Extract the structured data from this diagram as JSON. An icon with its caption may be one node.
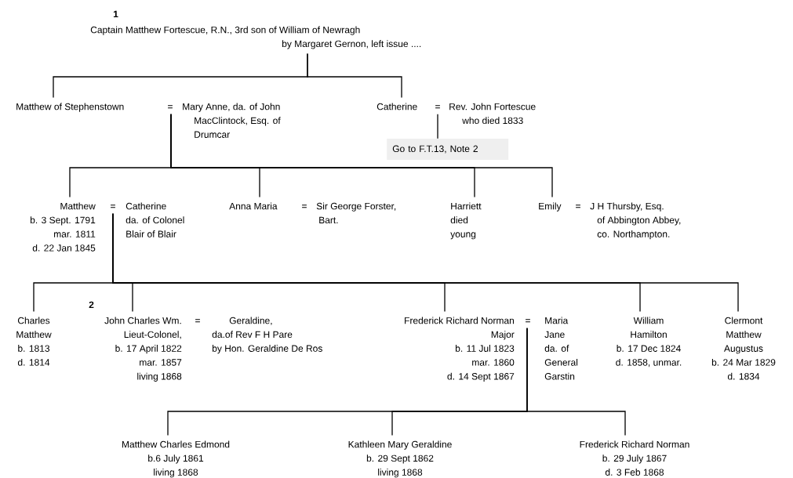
{
  "diagram": {
    "nodes": [
      {
        "text": [
          "Captain Matthew Fortescue, R.N., 3rd son of William of Newragh",
          "by Margaret Gernon, left issue ...."
        ]
      },
      {
        "text": [
          "Matthew of Stephenstown"
        ]
      },
      {
        "text": [
          "="
        ]
      },
      {
        "text": [
          "Mary Anne, da. of John",
          "MacClintock, Esq. of",
          "Drumcar"
        ]
      },
      {
        "text": [
          "Catherine"
        ]
      },
      {
        "text": [
          "="
        ]
      },
      {
        "text": [
          "Rev. John Fortescue",
          "who died 1833"
        ]
      },
      {
        "text": [
          "Go to F.T.13, Note 2"
        ]
      },
      {
        "text": [
          "Matthew",
          "b. 3 Sept. 1791",
          "mar. 1811",
          "d. 22 Jan 1845"
        ]
      },
      {
        "text": [
          "="
        ]
      },
      {
        "text": [
          "Catherine",
          "da. of Colonel",
          "Blair of Blair"
        ]
      },
      {
        "text": [
          "Anna Maria"
        ]
      },
      {
        "text": [
          "="
        ]
      },
      {
        "text": [
          "Sir George Forster,",
          "Bart."
        ]
      },
      {
        "text": [
          "Harriett",
          "died",
          "young"
        ]
      },
      {
        "text": [
          "Emily"
        ]
      },
      {
        "text": [
          "="
        ]
      },
      {
        "text": [
          "J H Thursby, Esq.",
          "of Abbington Abbey,",
          "co. Northampton."
        ]
      },
      {
        "text": [
          "Charles",
          "Matthew",
          "b. 1813",
          "d. 1814"
        ]
      },
      {
        "text": [
          "John Charles Wm.",
          "Lieut-Colonel,",
          "b. 17 April 1822",
          "mar. 1857",
          "living 1868"
        ]
      },
      {
        "text": [
          "="
        ]
      },
      {
        "text": [
          "Geraldine,",
          "da.of Rev F H Pare",
          "by Hon. Geraldine De Ros"
        ]
      },
      {
        "text": [
          "Frederick Richard Norman",
          "Major",
          "b. 11 Jul 1823",
          "mar. 1860",
          "d. 14 Sept 1867"
        ]
      },
      {
        "text": [
          "="
        ]
      },
      {
        "text": [
          "Maria",
          "Jane",
          "da. of",
          "General",
          "Garstin"
        ]
      },
      {
        "text": [
          "William",
          "Hamilton",
          "b. 17 Dec 1824",
          "d. 1858, unmar."
        ]
      },
      {
        "text": [
          "Clermont",
          "Matthew",
          "Augustus",
          "b. 24 Mar 1829",
          "d. 1834"
        ]
      },
      {
        "text": [
          "Matthew Charles Edmond",
          "b.6 July 1861",
          "living 1868"
        ]
      },
      {
        "text": [
          "Kathleen Mary Geraldine",
          "b. 29 Sept 1862",
          "living 1868"
        ]
      },
      {
        "text": [
          "Frederick Richard Norman",
          "b. 29 July 1867",
          "d. 3 Feb 1868"
        ]
      }
    ],
    "edges": [
      {
        "from": 0,
        "to": 1,
        "arrow": "none"
      },
      {
        "from": 0,
        "to": 4,
        "arrow": "none"
      },
      {
        "from": 5,
        "to": 7,
        "arrow": "none"
      },
      {
        "from": 2,
        "to": 8,
        "arrow": "none"
      },
      {
        "from": 2,
        "to": 11,
        "arrow": "none"
      },
      {
        "from": 2,
        "to": 14,
        "arrow": "none"
      },
      {
        "from": 2,
        "to": 15,
        "arrow": "none"
      },
      {
        "from": 9,
        "to": 18,
        "arrow": "none"
      },
      {
        "from": 9,
        "to": 19,
        "arrow": "none"
      },
      {
        "from": 9,
        "to": 22,
        "arrow": "none"
      },
      {
        "from": 9,
        "to": 25,
        "arrow": "none"
      },
      {
        "from": 9,
        "to": 26,
        "arrow": "none"
      },
      {
        "from": 23,
        "to": 27,
        "arrow": "none"
      },
      {
        "from": 23,
        "to": 28,
        "arrow": "none"
      },
      {
        "from": 23,
        "to": 29,
        "arrow": "none"
      }
    ],
    "labels": [
      "1",
      "2"
    ]
  }
}
